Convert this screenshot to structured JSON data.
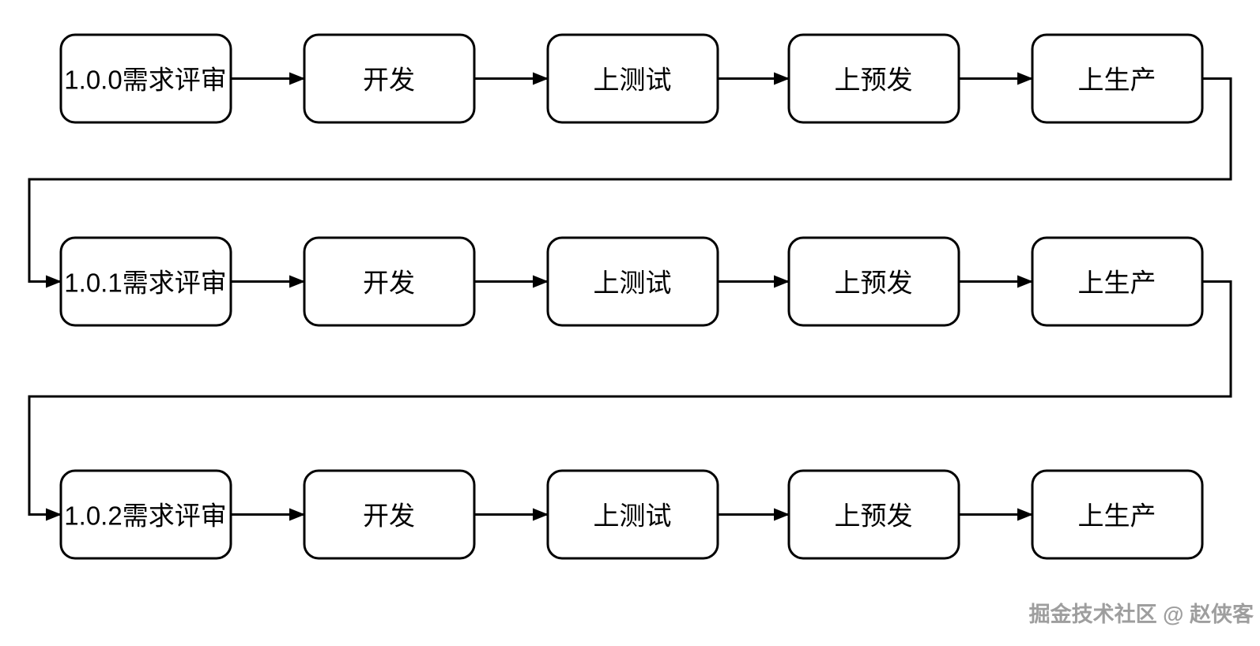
{
  "flow": {
    "title": "release-pipeline-flowchart",
    "rows": [
      {
        "version": "1.0.0",
        "nodes": [
          {
            "label": "1.0.0需求评审"
          },
          {
            "label": "开发"
          },
          {
            "label": "上测试"
          },
          {
            "label": "上预发"
          },
          {
            "label": "上生产"
          }
        ]
      },
      {
        "version": "1.0.1",
        "nodes": [
          {
            "label": "1.0.1需求评审"
          },
          {
            "label": "开发"
          },
          {
            "label": "上测试"
          },
          {
            "label": "上预发"
          },
          {
            "label": "上生产"
          }
        ]
      },
      {
        "version": "1.0.2",
        "nodes": [
          {
            "label": "1.0.2需求评审"
          },
          {
            "label": "开发"
          },
          {
            "label": "上测试"
          },
          {
            "label": "上预发"
          },
          {
            "label": "上生产"
          }
        ]
      }
    ],
    "watermark": "掘金技术社区 @ 赵侠客",
    "colors": {
      "line": "#000000",
      "node_fill": "#ffffff",
      "background": "#ffffff",
      "watermark_text": "#9e9e9e",
      "watermark_highlight": "#ffffff"
    }
  }
}
